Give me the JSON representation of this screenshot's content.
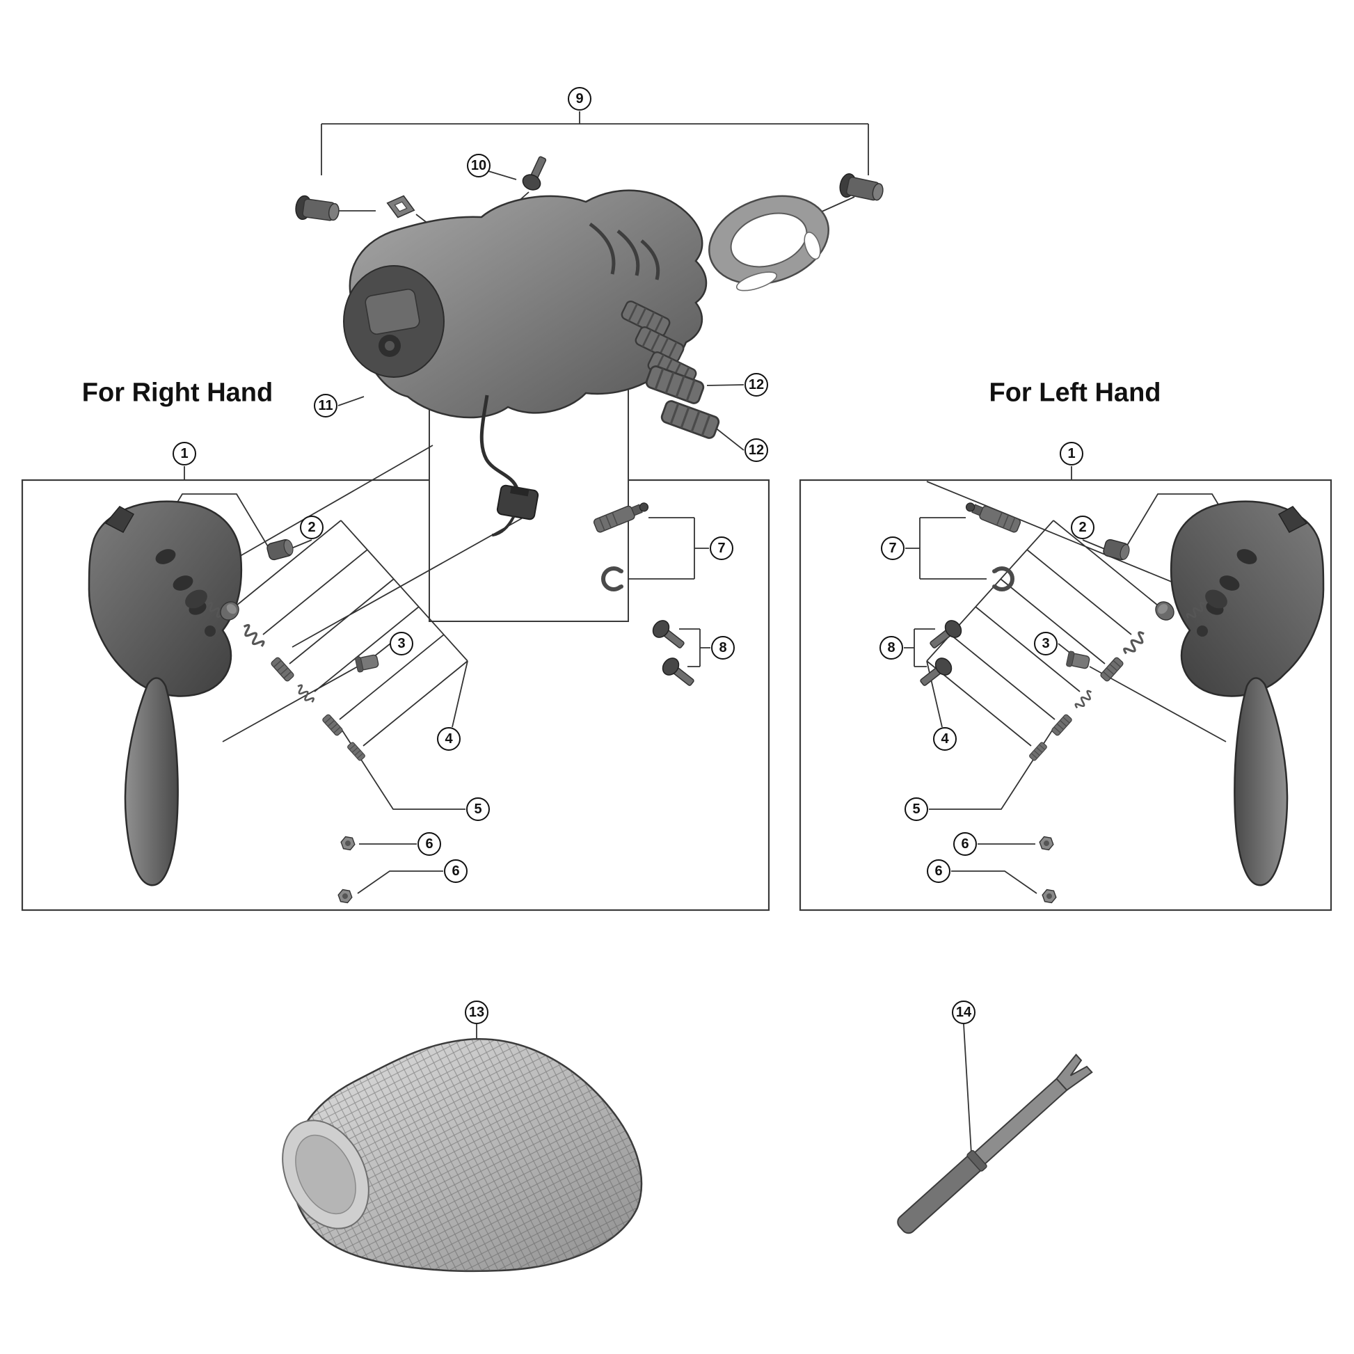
{
  "labels": {
    "right_hand": "For Right Hand",
    "left_hand": "For Left Hand"
  },
  "callouts": {
    "c9": "9",
    "c10": "10",
    "c11": "11",
    "c12a": "12",
    "c12b": "12",
    "c1_left": "1",
    "c2_left": "2",
    "c3_left": "3",
    "c4_left": "4",
    "c5_left": "5",
    "c6_left_a": "6",
    "c6_left_b": "6",
    "c7_left": "7",
    "c8_left": "8",
    "c1_right": "1",
    "c2_right": "2",
    "c3_right": "3",
    "c4_right": "4",
    "c5_right": "5",
    "c6_right_a": "6",
    "c6_right_b": "6",
    "c7_right": "7",
    "c8_right": "8",
    "c13": "13",
    "c14": "14"
  },
  "colors": {
    "background": "#ffffff",
    "line": "#333333",
    "part_dark": "#4a4a4a",
    "part_mid": "#777777",
    "part_light": "#c9c9c9"
  }
}
